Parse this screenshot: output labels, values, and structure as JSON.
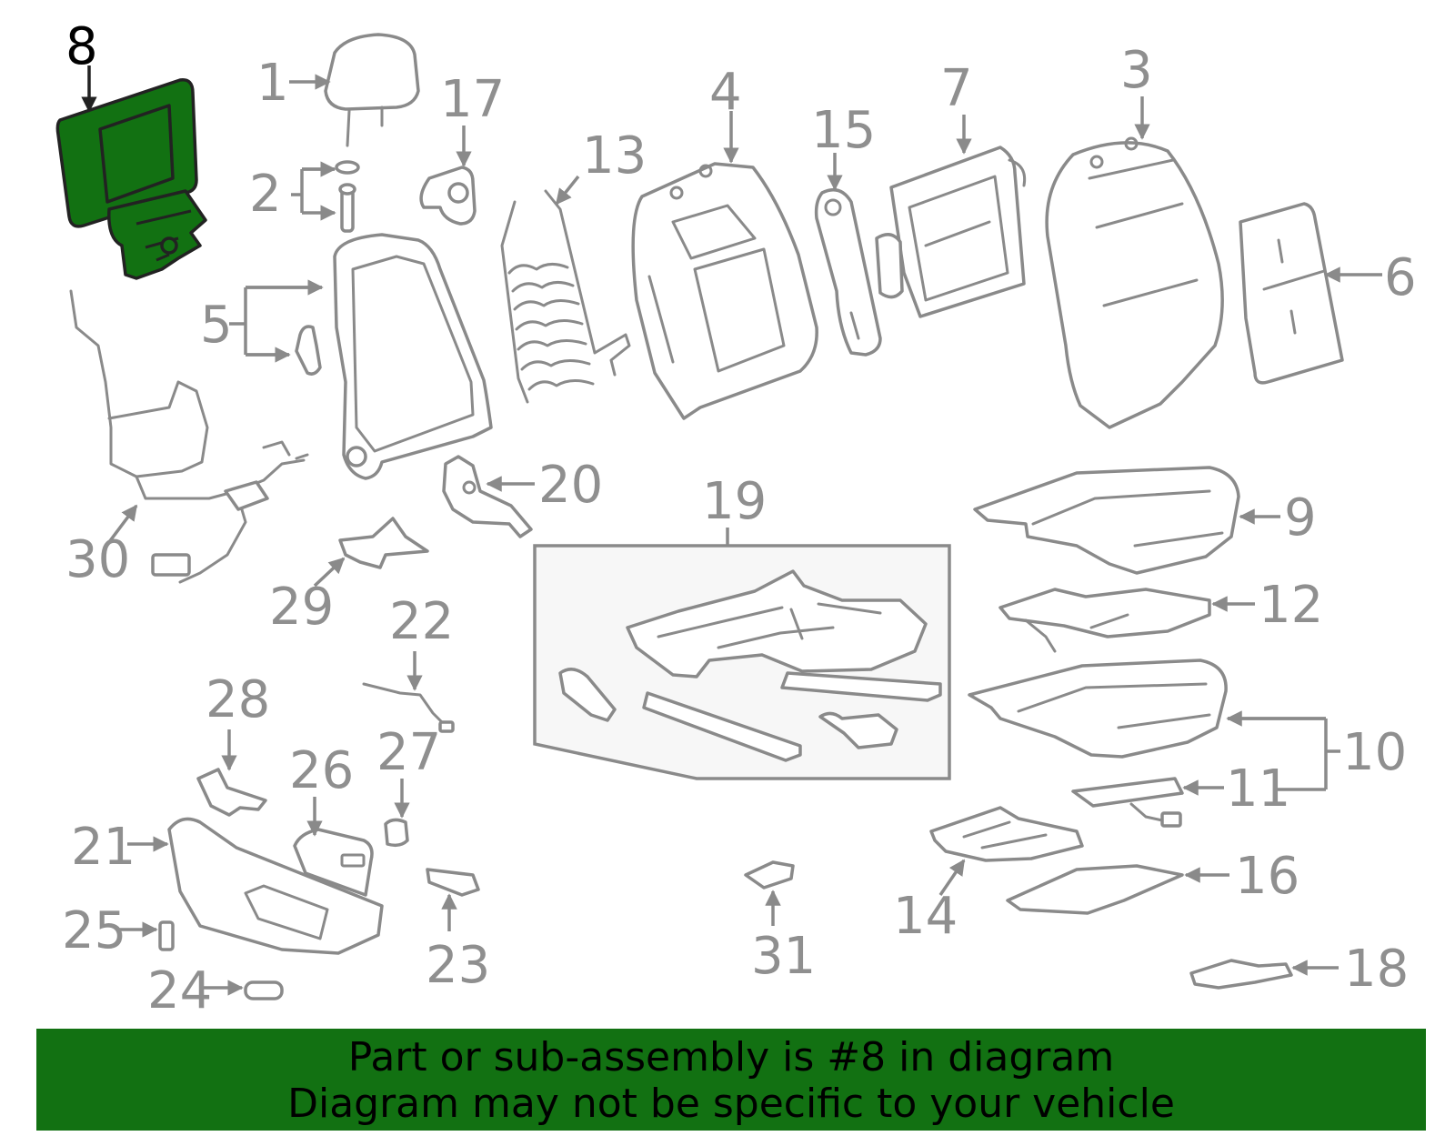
{
  "highlight": {
    "part_number": "8",
    "color": "#127112"
  },
  "callouts": {
    "c1": "1",
    "c2": "2",
    "c3": "3",
    "c4": "4",
    "c5": "5",
    "c6": "6",
    "c7": "7",
    "c8": "8",
    "c9": "9",
    "c10": "10",
    "c11": "11",
    "c12": "12",
    "c13": "13",
    "c14": "14",
    "c15": "15",
    "c16": "16",
    "c17": "17",
    "c18": "18",
    "c19": "19",
    "c20": "20",
    "c21": "21",
    "c22": "22",
    "c23": "23",
    "c24": "24",
    "c25": "25",
    "c26": "26",
    "c27": "27",
    "c28": "28",
    "c29": "29",
    "c30": "30",
    "c31": "31"
  },
  "banner": {
    "line1": "Part or sub-assembly is #8 in diagram",
    "line2": "Diagram may not be specific to your vehicle",
    "background": "#127112"
  }
}
